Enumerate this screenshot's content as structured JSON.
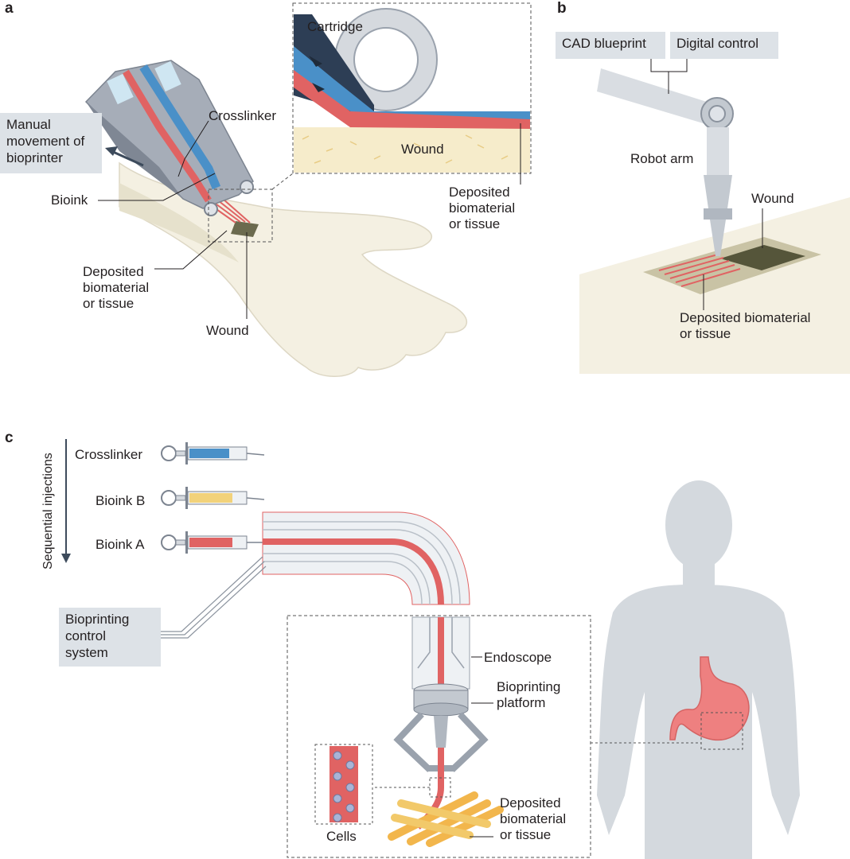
{
  "panels": {
    "a": "a",
    "b": "b",
    "c": "c"
  },
  "panel_a": {
    "cartridge": "Cartridge",
    "crosslinker": "Crosslinker",
    "manual_movement": "Manual\nmovement of\nbioprinter",
    "bioink": "Bioink",
    "deposited_left": "Deposited\nbiomaterial\nor tissue",
    "wound_bottom": "Wound",
    "wound_inset": "Wound",
    "deposited_inset": "Deposited\nbiomaterial\nor tissue"
  },
  "panel_b": {
    "cad_blueprint": "CAD blueprint",
    "digital_control": "Digital control",
    "robot_arm": "Robot arm",
    "wound": "Wound",
    "deposited": "Deposited biomaterial\nor tissue"
  },
  "panel_c": {
    "sequential": "Sequential injections",
    "crosslinker": "Crosslinker",
    "bioink_b": "Bioink B",
    "bioink_a": "Bioink A",
    "control_system": "Bioprinting\ncontrol\nsystem",
    "endoscope": "Endoscope",
    "platform": "Bioprinting\nplatform",
    "cells": "Cells",
    "deposited": "Deposited\nbiomaterial\nor tissue"
  },
  "colors": {
    "red": "#e06363",
    "blue": "#4a90c8",
    "yellow": "#f2d27a",
    "grey": "#b9c0c8",
    "dark_navy": "#2d3e55",
    "skin": "#f4f0e2",
    "body": "#d4d9de"
  }
}
